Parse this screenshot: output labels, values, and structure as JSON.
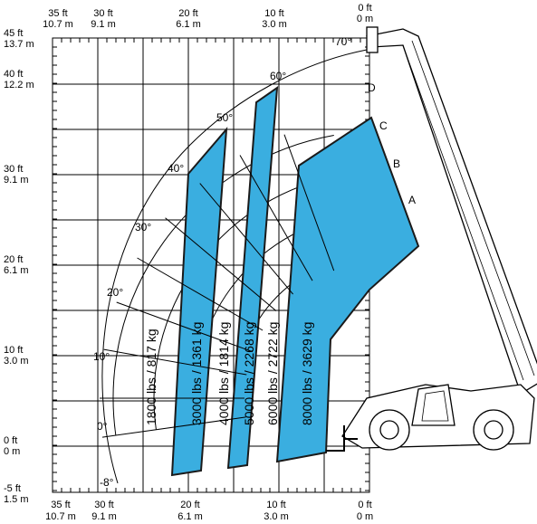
{
  "chart_data": {
    "type": "load-chart",
    "axes": {
      "x_top": [
        {
          "ft": "35 ft",
          "m": "10.7 m"
        },
        {
          "ft": "30 ft",
          "m": "9.1 m"
        },
        {
          "ft": "20 ft",
          "m": "6.1 m"
        },
        {
          "ft": "10 ft",
          "m": "3.0 m"
        },
        {
          "ft": "0 ft",
          "m": "0 m"
        }
      ],
      "x_bottom": [
        {
          "ft": "35 ft",
          "m": "10.7 m"
        },
        {
          "ft": "30 ft",
          "m": "9.1 m"
        },
        {
          "ft": "20 ft",
          "m": "6.1 m"
        },
        {
          "ft": "10 ft",
          "m": "3.0 m"
        },
        {
          "ft": "0 ft",
          "m": "0 m"
        }
      ],
      "y_left": [
        {
          "ft": "45 ft",
          "m": "13.7 m"
        },
        {
          "ft": "40 ft",
          "m": "12.2 m"
        },
        {
          "ft": "30 ft",
          "m": "9.1 m"
        },
        {
          "ft": "20 ft",
          "m": "6.1 m"
        },
        {
          "ft": "10 ft",
          "m": "3.0 m"
        },
        {
          "ft": "0 ft",
          "m": "0 m"
        },
        {
          "ft": "-5 ft",
          "m": "1.5 m"
        }
      ]
    },
    "boom_angles": [
      "70°",
      "60°",
      "50°",
      "40°",
      "30°",
      "20°",
      "10°",
      "0°",
      "-8°"
    ],
    "extension_marks": [
      "D",
      "C",
      "B",
      "A"
    ],
    "load_zones": [
      {
        "label": "1800 lbs / 817 kg",
        "value_lbs": 1800
      },
      {
        "label": "3000 lbs / 1361 kg",
        "value_lbs": 3000
      },
      {
        "label": "4000 lbs / 1814 kg",
        "value_lbs": 4000
      },
      {
        "label": "5000 lbs / 2268 kg",
        "value_lbs": 5000
      },
      {
        "label": "6000 lbs / 2722 kg",
        "value_lbs": 6000
      },
      {
        "label": "8000 lbs / 3629 kg",
        "value_lbs": 8000
      }
    ],
    "colors": {
      "zone_fill": "#3aaee0",
      "zone_stroke": "#1a1a1a",
      "grid": "#000000"
    }
  }
}
